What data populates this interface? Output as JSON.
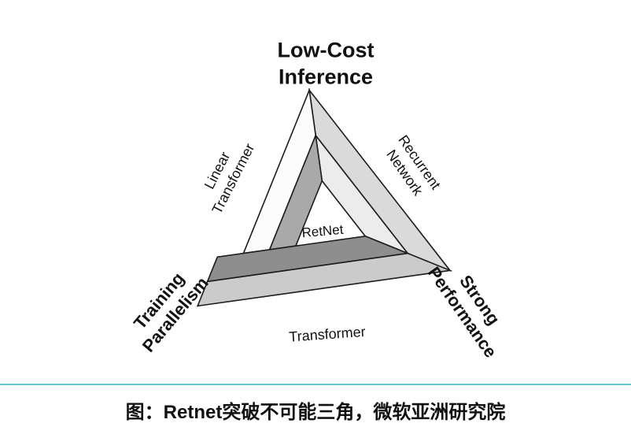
{
  "title": {
    "line1": "Low-Cost",
    "line2": "Inference"
  },
  "triangle": {
    "center_label": "RetNet",
    "edge_labels": {
      "left_line1": "Linear",
      "left_line2": "Transformer",
      "right_line1": "Recurrent",
      "right_line2": "Network",
      "bottom": "Transformer"
    },
    "corner_labels": {
      "bottom_left_line1": "Training",
      "bottom_left_line2": "Parallelism",
      "bottom_right_line1": "Strong",
      "bottom_right_line2": "Performance"
    },
    "colors": {
      "left_outer_face": "#fcfcfc",
      "left_inner_face": "#a9a9a9",
      "right_outer_face": "#dadada",
      "right_inner_face": "#ececec",
      "bottom_outer_face": "#cbcbcb",
      "bottom_inner_face": "#8e8e8e",
      "outline": "#1c1c1c"
    }
  },
  "caption": {
    "text": "图：Retnet突破不可能三角，微软亚洲研究院",
    "divider_color": "#69c4d6"
  }
}
